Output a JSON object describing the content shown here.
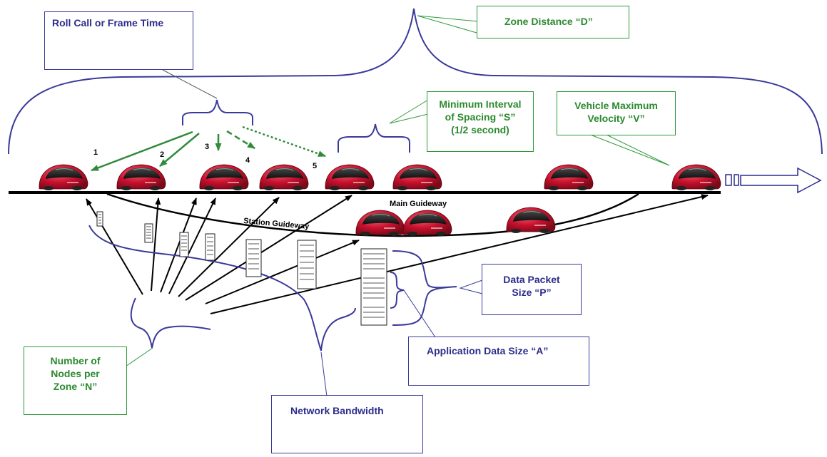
{
  "labels": {
    "roll_call": "Roll Call or Frame Time",
    "zone_distance": "Zone Distance “D”",
    "min_interval_line1": "Minimum Interval",
    "min_interval_line2": "of Spacing “S”",
    "min_interval_line3": "(1/2 second)",
    "vehicle_max_line1": "Vehicle Maximum",
    "vehicle_max_line2": "Velocity “V”",
    "data_packet_line1": "Data Packet",
    "data_packet_line2": "Size “P”",
    "app_data": "Application Data Size “A”",
    "nodes_line1": "Number of",
    "nodes_line2": "Nodes per",
    "nodes_line3": "Zone “N”",
    "network_bandwidth": "Network Bandwidth",
    "main_guideway": "Main Guideway",
    "station_guideway": "Station Guideway"
  },
  "poll_numbers": [
    "1",
    "2",
    "3",
    "4",
    "5"
  ],
  "colors": {
    "brace_blue": "#3a3a9a",
    "label_blue": "#2c2c8c",
    "label_green": "#2a8a2e",
    "arrow_green": "#2f8a3a",
    "vehicle_red": "#c8102e",
    "track": "#000000"
  }
}
